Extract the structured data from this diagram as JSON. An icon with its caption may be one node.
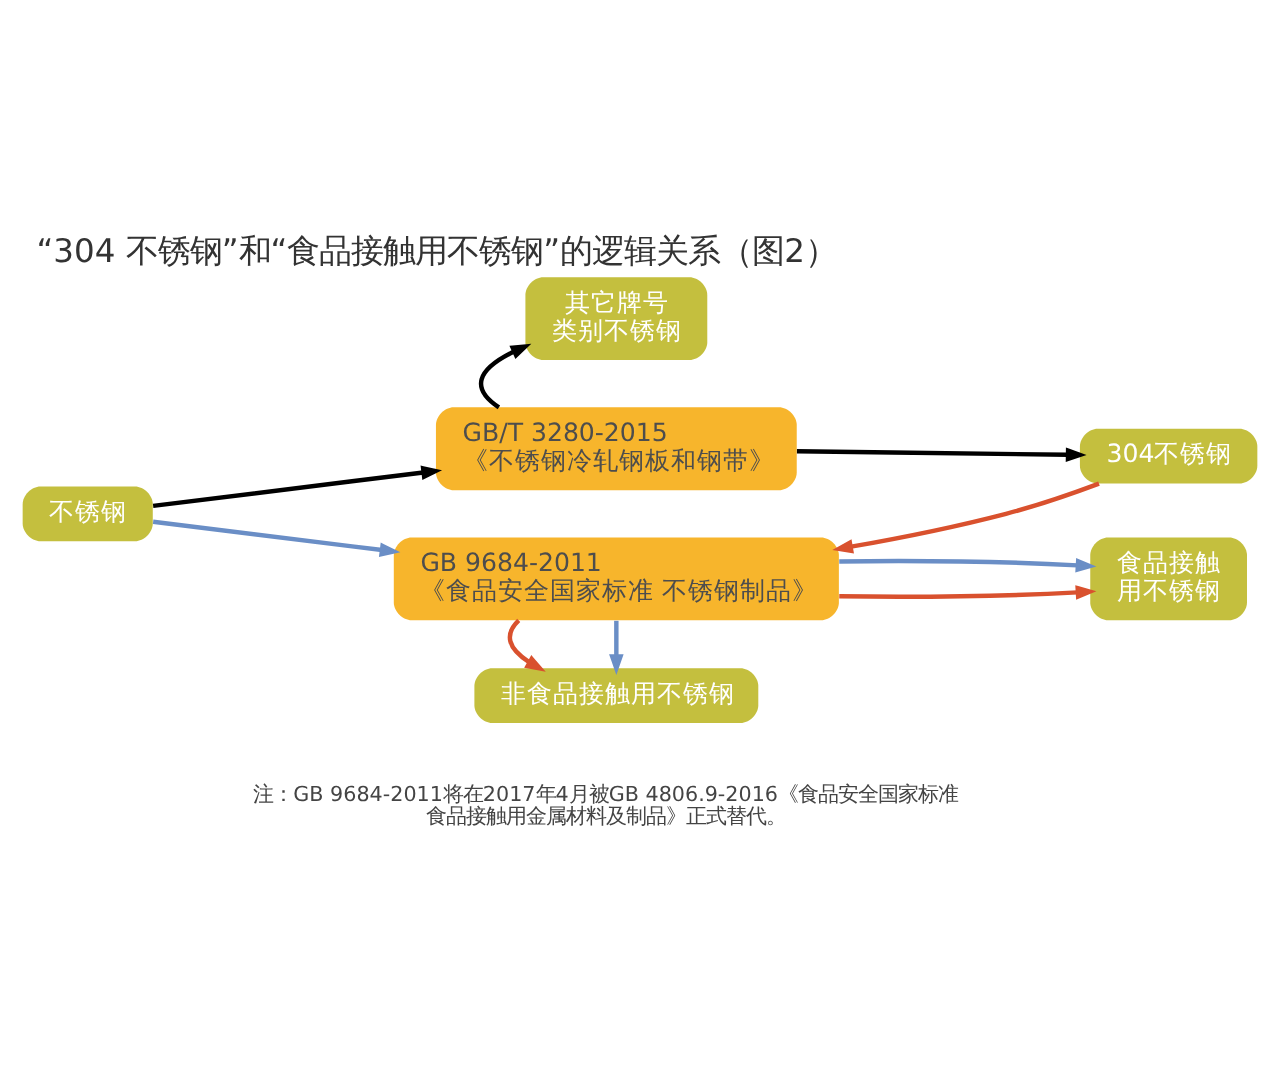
{
  "diagram": {
    "title": "“304 不锈钢”和“食品接触用不锈钢”的逻辑关系（图2）",
    "nodes": [
      {
        "text": [
          "不锈钢"
        ]
      },
      {
        "text": [
          "其它牌号类别不锈钢"
        ]
      },
      {
        "text": [
          "GB/T 3280-2015",
          "《不锈钢冷轧钢板和钢带》"
        ]
      },
      {
        "text": [
          "304不锈钢"
        ]
      },
      {
        "text": [
          "GB 9684-2011",
          "《食品安全国家标准 不锈钢制品》"
        ]
      },
      {
        "text": [
          "食品接触用不锈钢"
        ]
      },
      {
        "text": [
          "非食品接触用不锈钢"
        ]
      }
    ],
    "edges": [
      {
        "from": 0,
        "to": 2,
        "arrow": "to"
      },
      {
        "from": 2,
        "to": 1,
        "arrow": "to"
      },
      {
        "from": 2,
        "to": 3,
        "arrow": "to"
      },
      {
        "from": 0,
        "to": 4,
        "arrow": "to",
        "color": "#6a8ec6"
      },
      {
        "from": 3,
        "to": 4,
        "arrow": "to",
        "color": "#d9512e"
      },
      {
        "from": 4,
        "to": 5,
        "arrow": "to",
        "color": "#d9512e"
      },
      {
        "from": 4,
        "to": 5,
        "arrow": "to",
        "color": "#6a8ec6"
      },
      {
        "from": 4,
        "to": 6,
        "arrow": "to",
        "color": "#6a8ec6"
      },
      {
        "from": 4,
        "to": 6,
        "arrow": "to",
        "color": "#d9512e"
      }
    ],
    "labels": [
      "注：GB 9684-2011将在2017年4月被GB 4806.9-2016《食品安全国家标准食品接触用金属材料及制品》正式替代。"
    ]
  }
}
